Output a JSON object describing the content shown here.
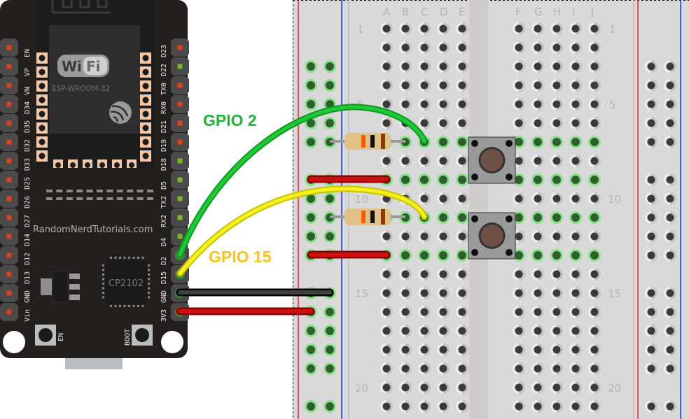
{
  "board": {
    "module_name": "ESP-WROOM-32",
    "logo_text": "Wi Fi",
    "website": "RandomNerdTutorials.com",
    "chip": "CP2102",
    "button_en": "EN",
    "button_boot": "BOOT",
    "left_pins": [
      "EN",
      "VP",
      "VN",
      "D34",
      "D35",
      "D32",
      "D33",
      "D25",
      "D26",
      "D27",
      "D14",
      "D12",
      "D13",
      "GND",
      "Vin"
    ],
    "right_pins": [
      "D23",
      "D22",
      "TX0",
      "RX0",
      "D21",
      "D19",
      "D18",
      "D5",
      "TX2",
      "RX2",
      "D4",
      "D2",
      "D15",
      "GND",
      "3V3"
    ],
    "right_pin_states": [
      "red",
      "green",
      "red",
      "red",
      "red",
      "red",
      "green",
      "green",
      "green",
      "green",
      "green",
      "wire",
      "wire",
      "wire",
      "wire"
    ]
  },
  "breadboard": {
    "columns_left": [
      "A",
      "B",
      "C",
      "D",
      "E"
    ],
    "columns_right": [
      "F",
      "G",
      "H",
      "I",
      "J"
    ],
    "row_labels": [
      "1",
      "5",
      "10",
      "15",
      "20"
    ]
  },
  "labels": {
    "gpio2": "GPIO 2",
    "gpio15": "GPIO 15"
  },
  "colors": {
    "board": "#231f1e",
    "breadboard": "#d9d9d9",
    "wire_gpio2": "#1fc935",
    "wire_gpio15": "#f5f01e",
    "wire_gnd": "#222222",
    "wire_3v3": "#c01010",
    "gpio2_label": "#22b33a",
    "gpio15_label": "#f7c21a"
  }
}
